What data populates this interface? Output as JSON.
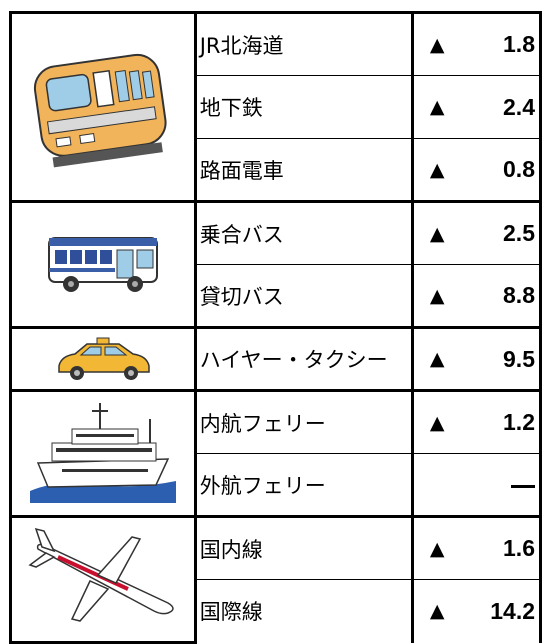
{
  "groups": [
    {
      "icon": "train-icon",
      "rows": [
        {
          "name": "JR北海道",
          "mark": "▲",
          "value": "1.8"
        },
        {
          "name": "地下鉄",
          "mark": "▲",
          "value": "2.4"
        },
        {
          "name": "路面電車",
          "mark": "▲",
          "value": "0.8"
        }
      ]
    },
    {
      "icon": "bus-icon",
      "rows": [
        {
          "name": "乗合バス",
          "mark": "▲",
          "value": "2.5"
        },
        {
          "name": "貸切バス",
          "mark": "▲",
          "value": "8.8"
        }
      ]
    },
    {
      "icon": "taxi-icon",
      "rows": [
        {
          "name": "ハイヤー・タクシー",
          "mark": "▲",
          "value": "9.5"
        }
      ]
    },
    {
      "icon": "ferry-icon",
      "rows": [
        {
          "name": "内航フェリー",
          "mark": "▲",
          "value": "1.2"
        },
        {
          "name": "外航フェリー",
          "mark": "",
          "value": "―"
        }
      ]
    },
    {
      "icon": "airplane-icon",
      "rows": [
        {
          "name": "国内線",
          "mark": "▲",
          "value": "1.6"
        },
        {
          "name": "国際線",
          "mark": "▲",
          "value": "14.2"
        }
      ]
    }
  ]
}
